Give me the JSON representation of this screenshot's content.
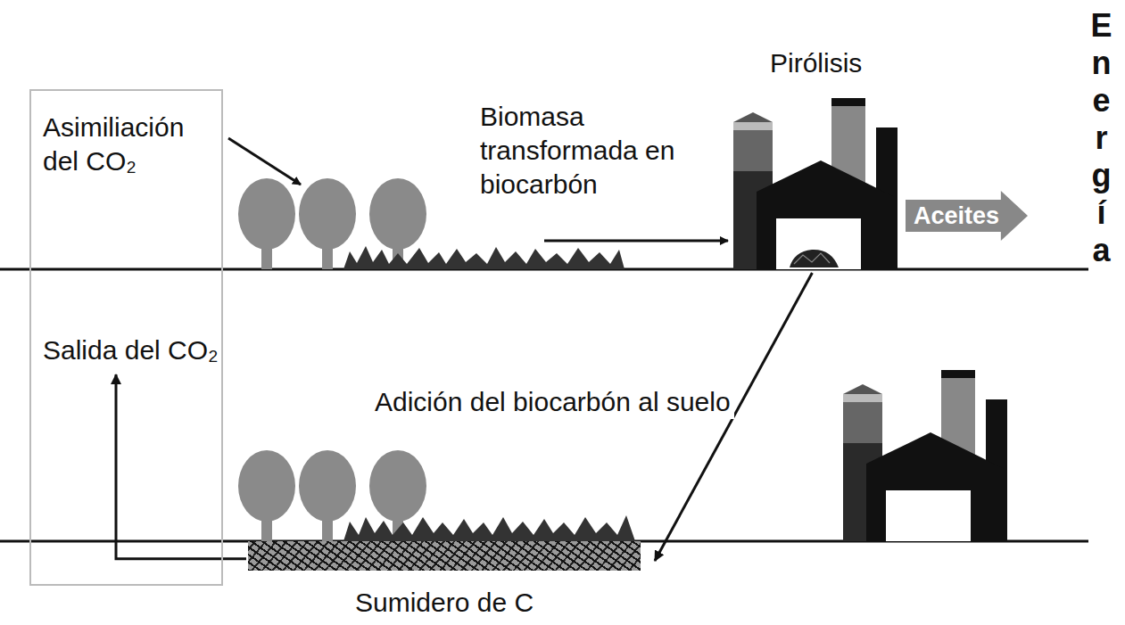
{
  "diagram": {
    "nodes": [
      {
        "text": [
          "Asimiliación del CO₂",
          "Salida del CO₂"
        ]
      },
      {
        "text": [
          "Pirólisis"
        ]
      },
      {
        "text": [
          "Aceites"
        ]
      },
      {
        "text": [
          "Sumidero de C"
        ]
      }
    ],
    "edges": [
      {
        "from": 1,
        "to": 3,
        "arrow": "to",
        "label": "Adición del biocarbón al suelo"
      },
      {
        "from": 3,
        "to": 0,
        "arrow": "to"
      }
    ],
    "labels": [
      "Biomasa transformada en biocarbón",
      "Energía"
    ]
  }
}
